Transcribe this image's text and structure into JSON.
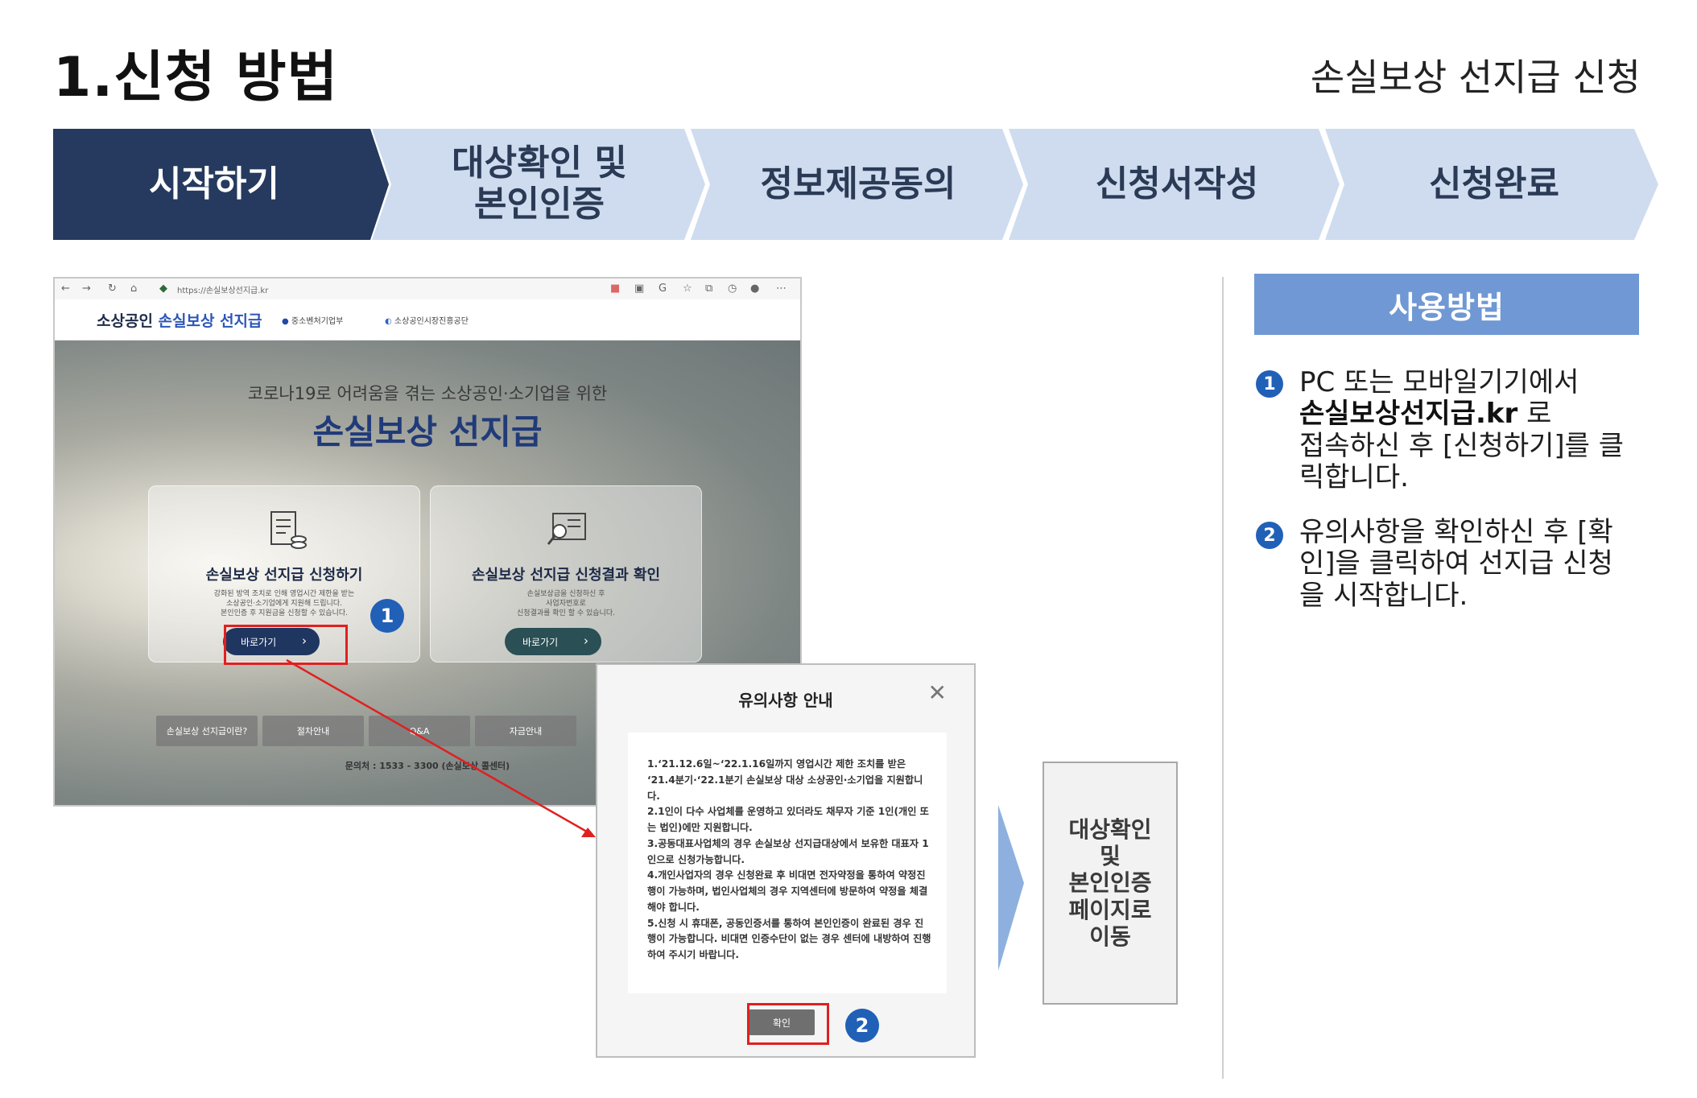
{
  "header": {
    "title": "1.신청 방법",
    "subtitle": "손실보상 선지급 신청"
  },
  "steps": [
    {
      "label": "시작하기",
      "active": true
    },
    {
      "label": "대상확인 및\n본인인증",
      "active": false
    },
    {
      "label": "정보제공동의",
      "active": false
    },
    {
      "label": "신청서작성",
      "active": false
    },
    {
      "label": "신청완료",
      "active": false
    }
  ],
  "colors": {
    "step_active": "#253a5e",
    "step_inactive": "#cfdcef",
    "accent_blue": "#2160b7",
    "usage_header": "#6f98d4",
    "highlight_red": "#e02020"
  },
  "screenshot": {
    "url": "https://손실보상선지급.kr",
    "site_logo_prefix": "소상공인",
    "site_logo_accent": "손실보상 선지급",
    "agency_1": "중소벤처기업부",
    "agency_2": "소상공인시장진흥공단",
    "hero_subtitle": "코로나19로 어려움을 겪는 소상공인·소기업을 위한",
    "hero_title": "손실보상 선지급",
    "card_apply": {
      "title": "손실보상 선지급 신청하기",
      "desc": "강화된 방역 조치로 인해 영업시간 제한을 받는\n소상공인·소기업에게 지원해 드립니다.\n본인인증 후 지원금을 신청할 수 있습니다.",
      "button": "바로가기"
    },
    "card_result": {
      "title": "손실보상 선지급 신청결과 확인",
      "desc": "손실보상금을 신청하신 후\n사업자번호로\n신청결과를 확인 할 수 있습니다.",
      "button": "바로가기"
    },
    "tabs": [
      "손실보상 선지급이란?",
      "절차안내",
      "Q&A",
      "자금안내"
    ],
    "contact": "문의처 : 1533 - 3300 (손실보상 콜센터)"
  },
  "dialog": {
    "title": "유의사항 안내",
    "close_symbol": "✕",
    "items": [
      "1.‘21.12.6일~‘22.1.16일까지 영업시간 제한 조치를 받은 ‘21.4분기·‘22.1분기 손실보상 대상 소상공인·소기업을 지원합니다.",
      "2.1인이 다수 사업체를 운영하고 있더라도 채무자 기준 1인(개인 또는 법인)에만 지원합니다.",
      "3.공동대표사업체의 경우 손실보상 선지급대상에서 보유한 대표자 1인으로 신청가능합니다.",
      "4.개인사업자의 경우 신청완료 후 비대면 전자약정을 통하여 약정진행이 가능하며, 법인사업체의 경우 지역센터에 방문하여 약정을 체결해야 합니다.",
      "5.신청 시 휴대폰, 공동인증서를 통하여 본인인증이 완료된 경우 진행이 가능합니다. 비대면 인증수단이 없는 경우 센터에 내방하여 진행하여 주시기 바랍니다."
    ],
    "confirm_button": "확인"
  },
  "badges": {
    "one": "1",
    "two": "2"
  },
  "result_box": "대상확인\n및\n본인인증\n페이지로\n이동",
  "usage": {
    "header": "사용방법",
    "step1_num": "1",
    "step1_pre": "PC 또는 모바일기기에서",
    "step1_bold": "손실보상선지급.kr",
    "step1_post": " 로\n접속하신 후 [신청하기]를 클\n릭합니다.",
    "step2_num": "2",
    "step2_text": "유의사항을 확인하신 후 [확\n인]을 클릭하여 선지급 신청\n을 시작합니다."
  }
}
